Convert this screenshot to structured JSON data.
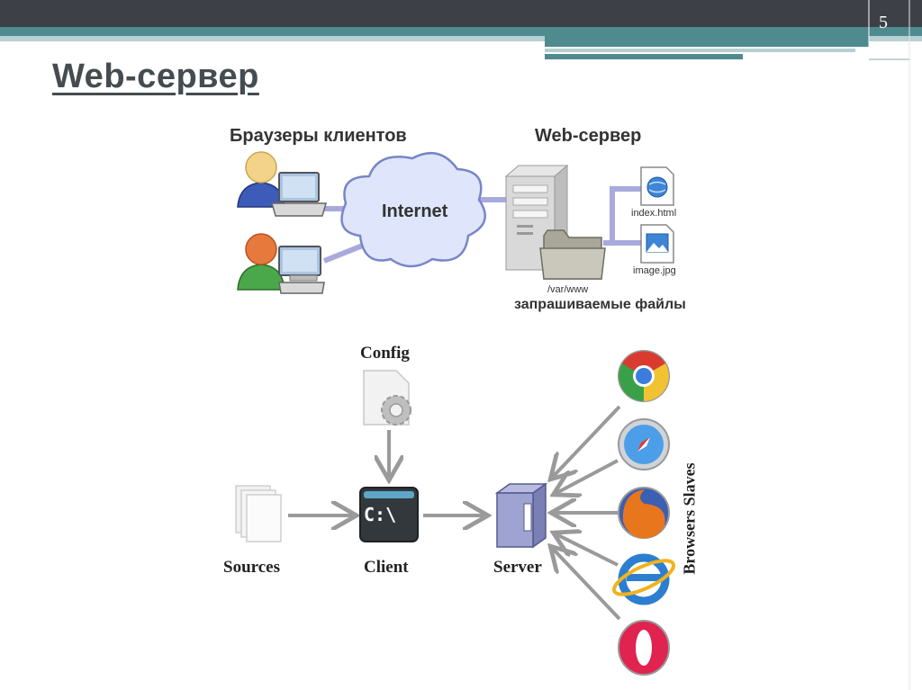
{
  "slide": {
    "page_number": "5",
    "title": "Web-сервер"
  },
  "top_diagram": {
    "clients_label": "Браузеры клиентов",
    "cloud_label": "Internet",
    "server_label": "Web-сервер",
    "folder_label": "/var/www",
    "files_caption": "запрашиваемые файлы",
    "files": [
      {
        "name": "index.html",
        "icon": "web-page-icon"
      },
      {
        "name": "image.jpg",
        "icon": "image-file-icon"
      }
    ],
    "colors": {
      "link": "#a9a9dd",
      "cloud_fill": "#dfe6fb",
      "cloud_stroke": "#7786c8"
    }
  },
  "bottom_diagram": {
    "config_label": "Config",
    "sources_label": "Sources",
    "client_label": "Client",
    "client_screen_text": "C:\\",
    "server_label": "Server",
    "browsers_label": "Browsers Slaves",
    "browsers": [
      "chrome-icon",
      "safari-icon",
      "firefox-icon",
      "internet-explorer-icon",
      "opera-icon"
    ]
  },
  "theme": {
    "header_dark": "#3e4048",
    "header_teal": "#4f8a8e",
    "accent_light": "#b8cfd1"
  }
}
